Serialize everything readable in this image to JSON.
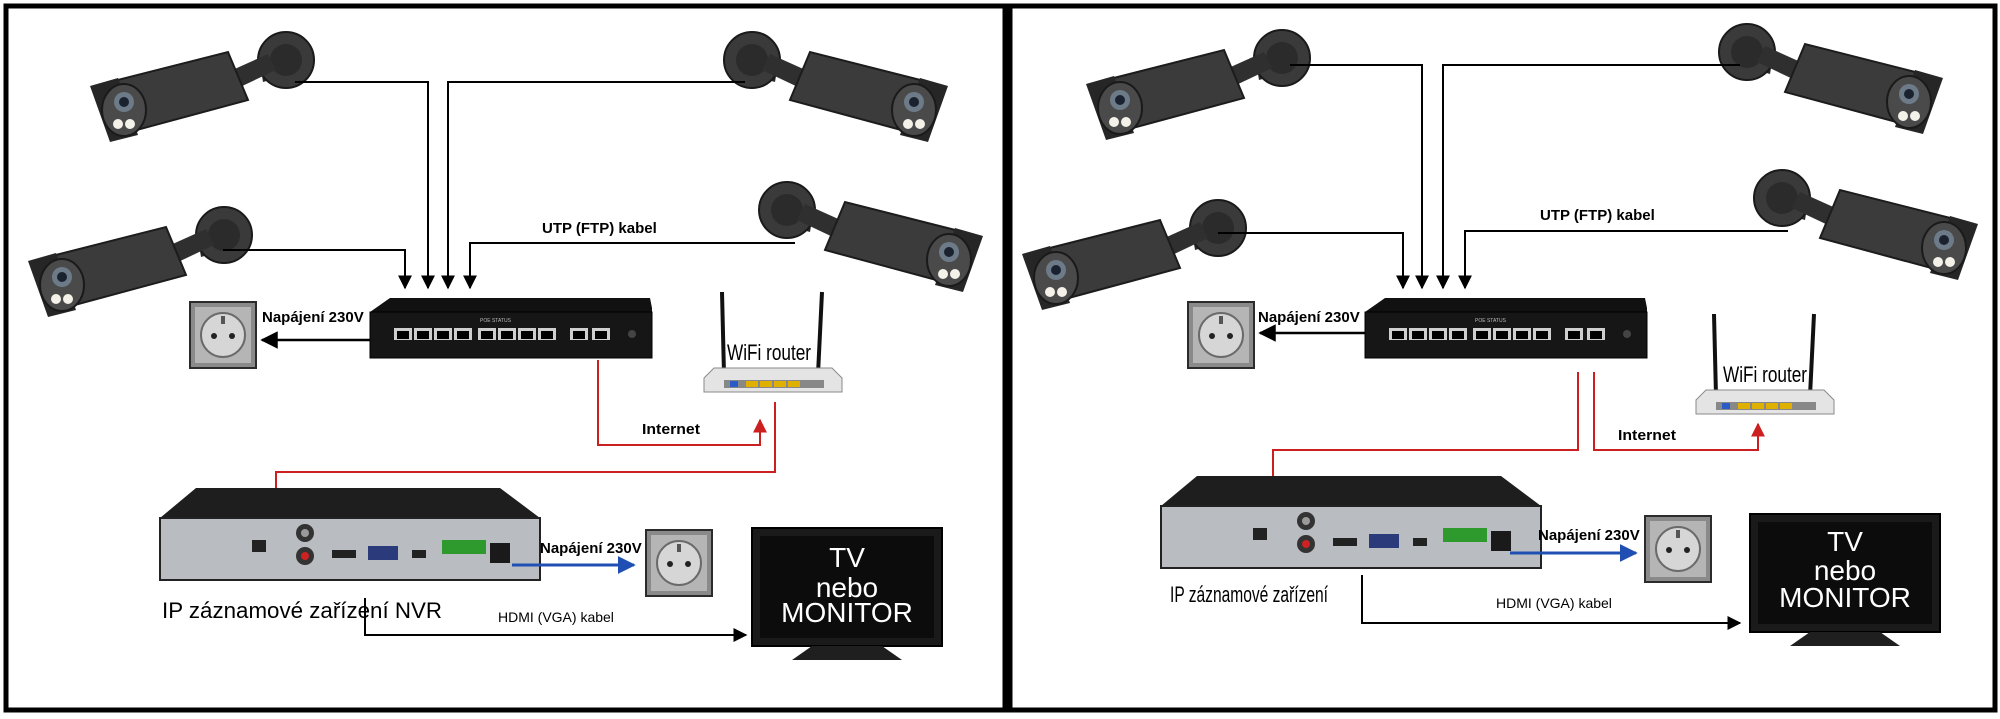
{
  "colors": {
    "camera_body": "#3b3b3b",
    "camera_dark": "#222222",
    "switch_body": "#151515",
    "nvr_front": "#b9bcc0",
    "nvr_top": "#1e1e1e",
    "cable_black": "#000000",
    "cable_red": "#cc1f1f",
    "cable_blue": "#1f4fb3",
    "tv_screen": "#0c0c0c",
    "socket_frame": "#8a8a8a",
    "socket_face": "#c7c7c7"
  },
  "panels": [
    {
      "name": "left",
      "labels": {
        "utp_cable": "UTP (FTP) kabel",
        "power_switch": "Napájení 230V",
        "wifi_router": "WiFi router",
        "internet": "Internet",
        "power_nvr": "Napájení 230V",
        "nvr": "IP záznamové zařízení NVR",
        "hdmi_cable": "HDMI (VGA) kabel",
        "tv_line1": "TV",
        "tv_line2": "nebo",
        "tv_line3": "MONITOR"
      }
    },
    {
      "name": "right",
      "labels": {
        "utp_cable": "UTP (FTP) kabel",
        "power_switch": "Napájení 230V",
        "wifi_router": "WiFi router",
        "internet": "Internet",
        "power_nvr": "Napájení 230V",
        "nvr": "IP záznamové zařízení",
        "hdmi_cable": "HDMI (VGA) kabel",
        "tv_line1": "TV",
        "tv_line2": "nebo",
        "tv_line3": "MONITOR"
      }
    }
  ]
}
